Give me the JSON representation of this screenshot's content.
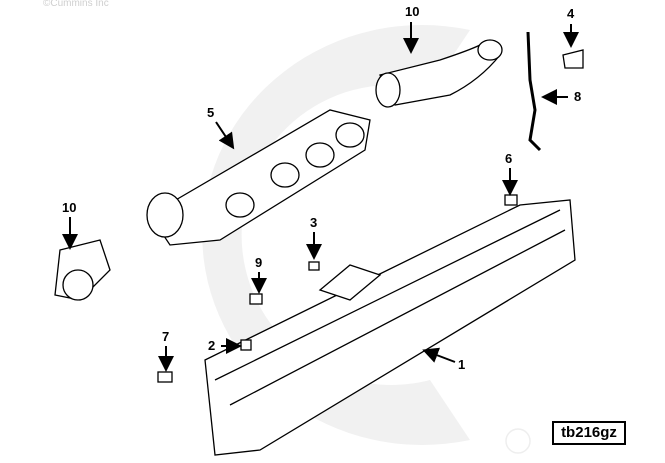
{
  "copyright": "©Cummins Inc",
  "watermark": "Cummins",
  "reference_label": "tb216gz",
  "callouts": [
    {
      "id": "10a",
      "label": "10"
    },
    {
      "id": "4",
      "label": "4"
    },
    {
      "id": "8",
      "label": "8"
    },
    {
      "id": "5",
      "label": "5"
    },
    {
      "id": "6",
      "label": "6"
    },
    {
      "id": "10b",
      "label": "10"
    },
    {
      "id": "3",
      "label": "3"
    },
    {
      "id": "9",
      "label": "9"
    },
    {
      "id": "2",
      "label": "2"
    },
    {
      "id": "7",
      "label": "7"
    },
    {
      "id": "1",
      "label": "1"
    }
  ]
}
